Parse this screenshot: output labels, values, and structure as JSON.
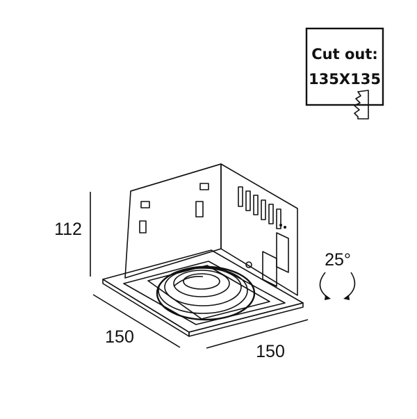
{
  "cutout": {
    "line1": "Cut out:",
    "line2": "135X135"
  },
  "dimensions": {
    "height": "112",
    "depth": "150",
    "width": "150",
    "tilt": "25°"
  },
  "colors": {
    "stroke": "#111111",
    "background": "#ffffff",
    "cutout_bg": "#ffffff"
  },
  "icons": {
    "tilt_arrow": "curved-double-arrow-icon",
    "saw": "saw-blade-icon"
  }
}
